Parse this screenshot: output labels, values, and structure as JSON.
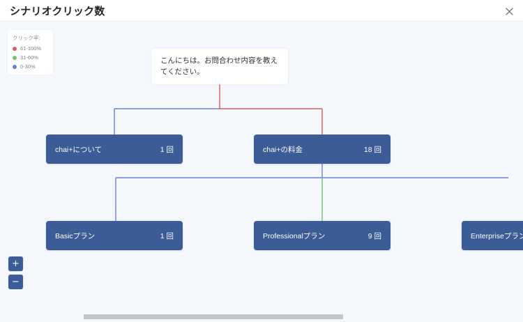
{
  "header": {
    "title": "シナリオクリック数",
    "close_icon": "close-icon"
  },
  "legend": {
    "title": "クリック率:",
    "items": [
      {
        "label": "61-100%",
        "color": "#e05a5f"
      },
      {
        "label": "31-60%",
        "color": "#72c472"
      },
      {
        "label": "0-30%",
        "color": "#6b7fd7"
      }
    ]
  },
  "tree": {
    "root": {
      "text": "こんにちは。お問合わせ内容を教えてください。"
    },
    "nodes": [
      {
        "label": "chai+について",
        "count": "1 回"
      },
      {
        "label": "chai+の料金",
        "count": "18 回"
      },
      {
        "label": "Basicプラン",
        "count": "1 回"
      },
      {
        "label": "Professionalプラン",
        "count": "9 回"
      },
      {
        "label": "Enterpriseプラン",
        "count": ""
      }
    ]
  },
  "controls": {
    "zoom_in": "+",
    "zoom_out": "−"
  },
  "colors": {
    "node_fill": "#3b5c96",
    "canvas_bg": "#f4f7fb",
    "edge_high": "#e05a5f",
    "edge_mid": "#72c472",
    "edge_low": "#6b7fd7"
  }
}
